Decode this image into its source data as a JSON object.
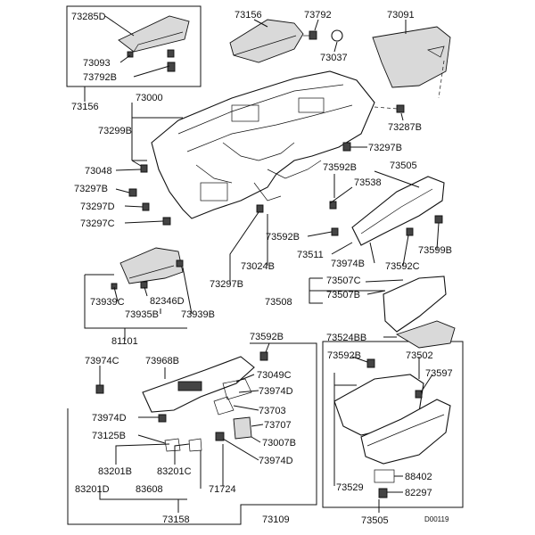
{
  "labels": {
    "p73285D": "73285D",
    "p73093": "73093",
    "p73792B": "73792B",
    "p73156a": "73156",
    "p73156b": "73156",
    "p73792": "73792",
    "p73037": "73037",
    "p73091": "73091",
    "p73000": "73000",
    "p73299B": "73299B",
    "p73287B": "73287B",
    "p73297Ba": "73297B",
    "p73048": "73048",
    "p73297Bb": "73297B",
    "p73297D": "73297D",
    "p73297C": "73297C",
    "p73592Ba": "73592B",
    "p73505a": "73505",
    "p73538": "73538",
    "p73592Bb": "73592B",
    "p73511": "73511",
    "p73974B": "73974B",
    "p73599B": "73599B",
    "p73592C": "73592C",
    "p73024B": "73024B",
    "p73297Bc": "73297B",
    "p82346D": "82346D",
    "p73939C": "73939C",
    "p73935B": "73935B",
    "p73939B": "73939B",
    "p81101": "81101",
    "p73507C": "73507C",
    "p73508": "73508",
    "p73507B": "73507B",
    "p73524BB": "73524BB",
    "p73592Bc": "73592B",
    "p73974Ca": "73974C",
    "p73968B": "73968B",
    "p73049C": "73049C",
    "p73974Da": "73974D",
    "p73703": "73703",
    "p73974Db": "73974D",
    "p73707": "73707",
    "p73125B": "73125B",
    "p73007B": "73007B",
    "p73974Dc": "73974D",
    "p83201B": "83201B",
    "p83201C": "83201C",
    "p83201D": "83201D",
    "p83608": "83608",
    "p71724": "71724",
    "p73158": "73158",
    "p73109": "73109",
    "p73592Bd": "73592B",
    "p73502": "73502",
    "p73597": "73597",
    "p73529": "73529",
    "p88402": "88402",
    "p82297": "82297",
    "p73505b": "73505",
    "drawingCode": "D00119"
  }
}
